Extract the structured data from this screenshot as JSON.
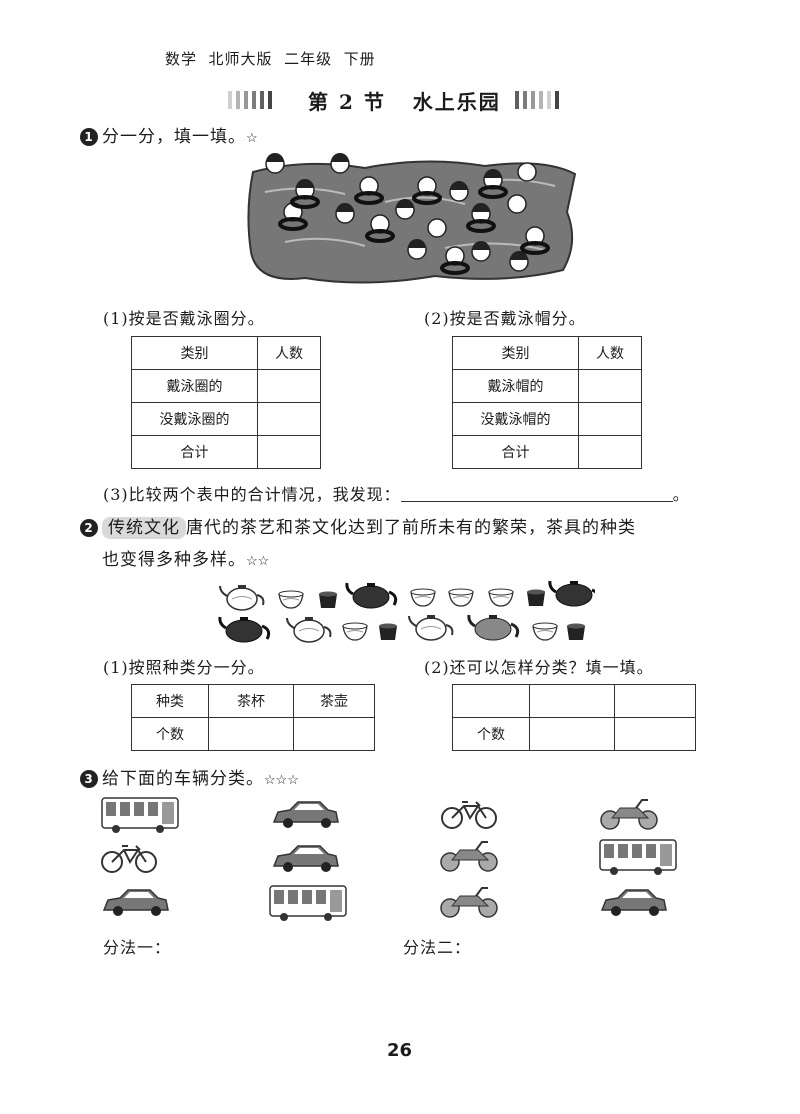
{
  "header": {
    "text": "数学  北师大版  二年级  下册"
  },
  "title": {
    "text": "第 2 节   水上乐园"
  },
  "q1": {
    "number": "1",
    "text": "分一分，填一填。",
    "stars": "☆",
    "part1": {
      "label": "(1)按是否戴泳圈分。",
      "headers": [
        "类别",
        "人数"
      ],
      "rows": [
        "戴泳圈的",
        "没戴泳圈的",
        "合计"
      ]
    },
    "part2": {
      "label": "(2)按是否戴泳帽分。",
      "headers": [
        "类别",
        "人数"
      ],
      "rows": [
        "戴泳帽的",
        "没戴泳帽的",
        "合计"
      ]
    },
    "part3": {
      "label": "(3)比较两个表中的合计情况，我发现：",
      "end": "。"
    }
  },
  "q2": {
    "number": "2",
    "tag": "传统文化",
    "text_line1": "唐代的茶艺和茶文化达到了前所未有的繁荣，茶具的种类",
    "text_line2": "也变得多种多样。",
    "stars": "☆☆",
    "part1": {
      "label": "(1)按照种类分一分。",
      "headers": [
        "种类",
        "茶杯",
        "茶壶"
      ],
      "row_label": "个数"
    },
    "part2": {
      "label": "(2)还可以怎样分类？填一填。",
      "row_label": "个数"
    },
    "teaware_row1": [
      "teapot-white",
      "cup-white",
      "bowl-dark",
      "teapot-dark",
      "cup-white",
      "cup-white",
      "cup-white",
      "bowl-dark",
      "teapot-dark"
    ],
    "teaware_row2": [
      "teapot-dark",
      "teapot-white",
      "cup-white",
      "bowl-dark",
      "teapot-white",
      "teapot-gray",
      "cup-white",
      "bowl-dark"
    ]
  },
  "q3": {
    "number": "3",
    "text": "给下面的车辆分类。",
    "stars": "☆☆☆",
    "vehicles": [
      [
        "bus",
        "car",
        "bicycle",
        "motorcycle"
      ],
      [
        "bicycle",
        "car",
        "motorcycle",
        "bus"
      ],
      [
        "car",
        "bus",
        "motorcycle",
        "car"
      ]
    ],
    "method1": "分法一：",
    "method2": "分法二："
  },
  "page_number": "26"
}
